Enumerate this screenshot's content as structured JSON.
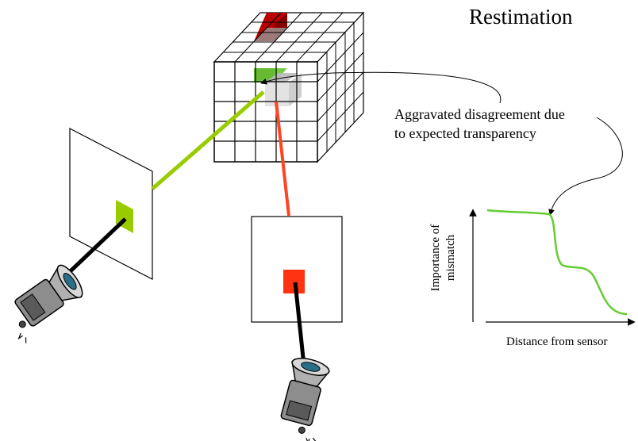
{
  "title": "Restimation",
  "annotation": {
    "line1": "Aggravated disagreement due",
    "line2": "to expected transparency"
  },
  "graph": {
    "ylabel_line1": "Importance of",
    "ylabel_line2": "mismatch",
    "xlabel": "Distance from sensor"
  },
  "colors": {
    "green_ray": "#99cc00",
    "orange_ray": "#ff4422",
    "red_voxel": "#bb0000",
    "green_voxel": "#66bb33",
    "curve": "#66cc33"
  },
  "icons": [
    "camera-icon-left",
    "camera-icon-bottom"
  ]
}
